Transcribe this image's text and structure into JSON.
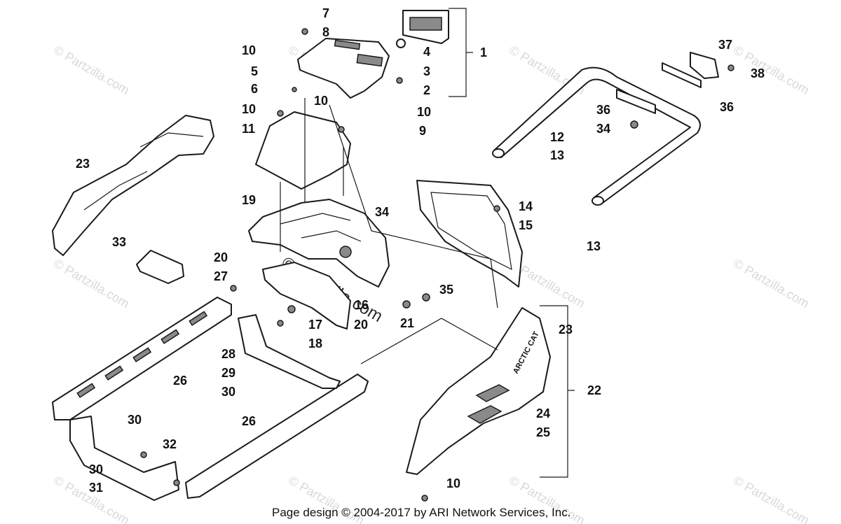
{
  "diagram": {
    "callouts": [
      "1",
      "2",
      "3",
      "4",
      "5",
      "6",
      "7",
      "8",
      "9",
      "10",
      "11",
      "12",
      "13",
      "14",
      "15",
      "16",
      "17",
      "18",
      "19",
      "20",
      "21",
      "22",
      "23",
      "24",
      "25",
      "26",
      "27",
      "28",
      "29",
      "30",
      "31",
      "32",
      "33",
      "34",
      "35",
      "36",
      "37",
      "38"
    ],
    "watermark_text": "© Partzilla.com",
    "brand_decal": "ARCTIC CAT",
    "footer": "Page design © 2004-2017 by ARI Network Services, Inc."
  }
}
